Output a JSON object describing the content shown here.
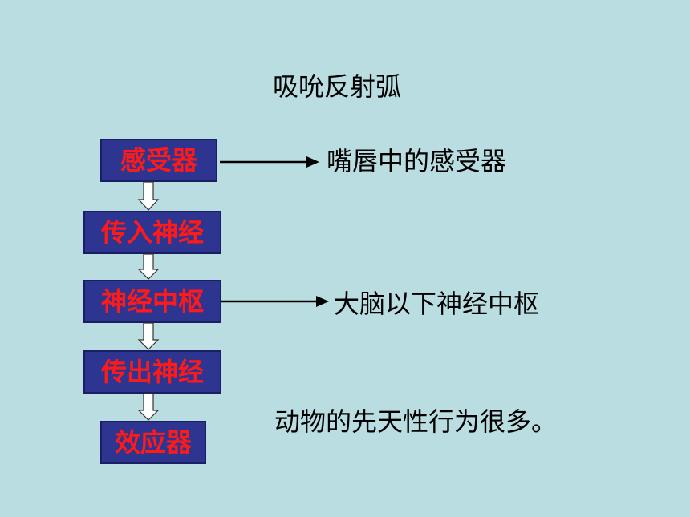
{
  "title": "吸吮反射弧",
  "boxes": [
    {
      "label": "感受器"
    },
    {
      "label": "传入神经"
    },
    {
      "label": "神经中枢"
    },
    {
      "label": "传出神经"
    },
    {
      "label": "效应器"
    }
  ],
  "annotations": [
    {
      "text": "嘴唇中的感受器"
    },
    {
      "text": "大脑以下神经中枢"
    }
  ],
  "footer_note": "动物的先天性行为很多。",
  "colors": {
    "background": "#b9dde0",
    "box_fill": "#2d3590",
    "box_text": "#ff1a1a",
    "text": "#000000"
  }
}
